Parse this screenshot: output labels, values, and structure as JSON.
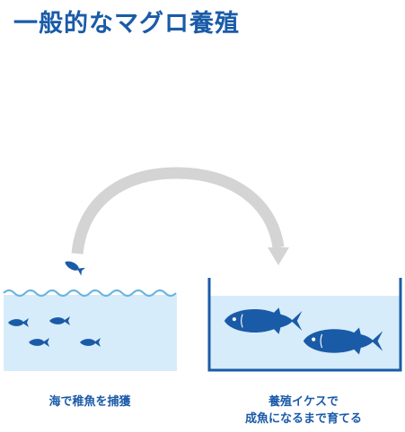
{
  "title": "一般的なマグロ養殖",
  "left_caption": "海で稚魚を捕獲",
  "right_caption_line1": "養殖イケスで",
  "right_caption_line2": "成魚になるまで育てる",
  "colors": {
    "accent": "#1a5ba8",
    "water": "#d6ecfa",
    "wave": "#6bb3e0",
    "arrow": "#d4d4d4"
  },
  "icons": [
    "curved-arrow-icon",
    "small-fish-icon",
    "tuna-icon",
    "wave-icon"
  ]
}
